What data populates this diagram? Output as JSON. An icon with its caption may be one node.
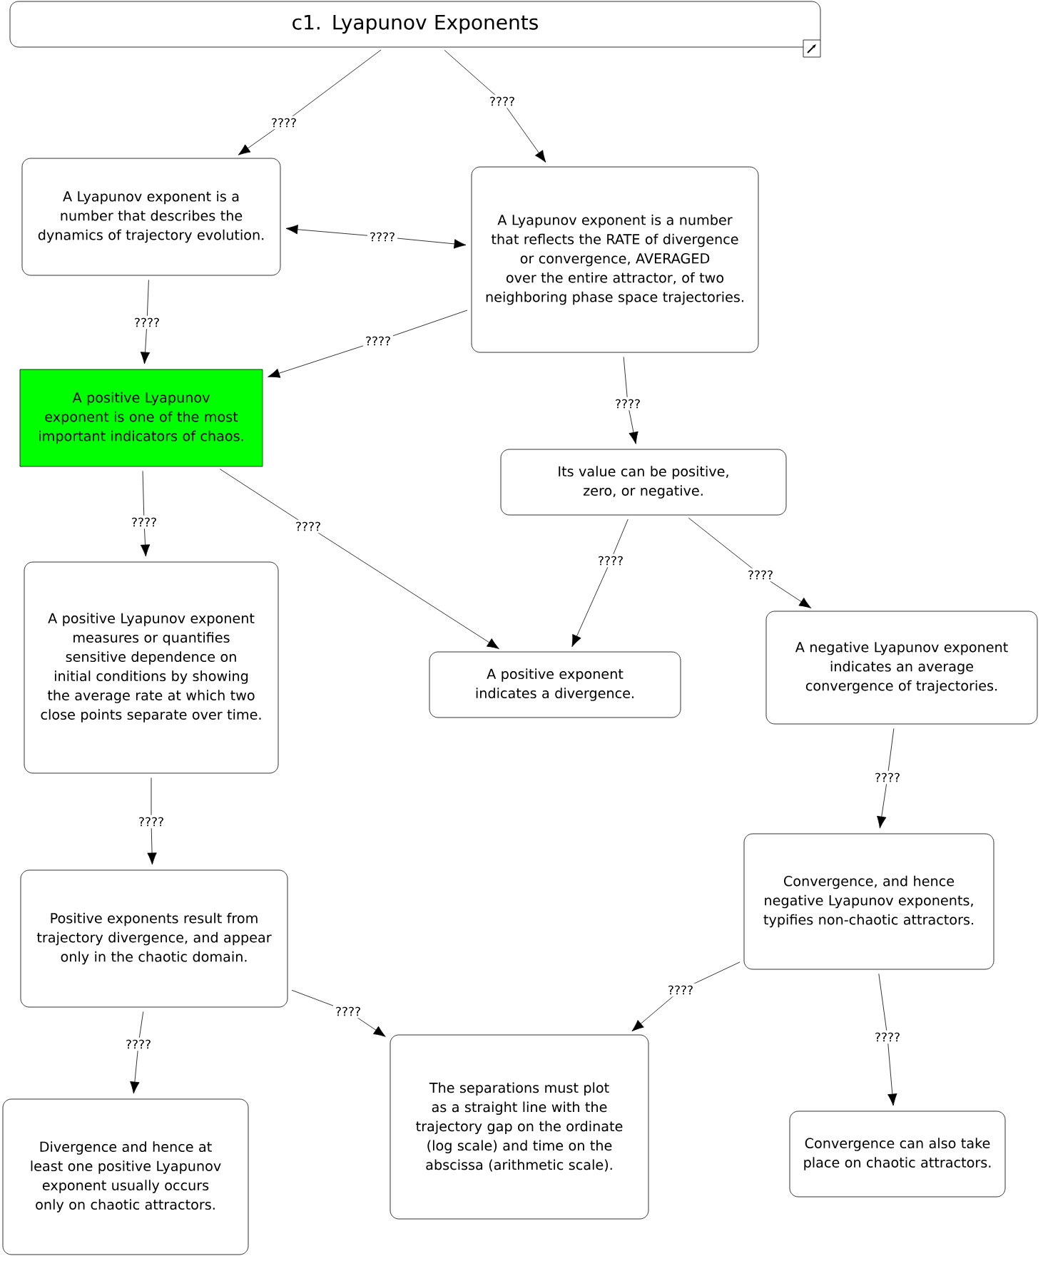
{
  "diagram": {
    "nodes": [
      {
        "text": [
          "c1. Lyapunov Exponents"
        ]
      },
      {
        "text": [
          "A Lyapunov exponent is a number that describes the dynamics of trajectory evolution."
        ]
      },
      {
        "text": [
          "A Lyapunov exponent is a number that reflects the RATE of divergence or convergence, AVERAGED over the entire attractor, of two neighboring phase space trajectories."
        ]
      },
      {
        "text": [
          "A positive Lyapunov exponent is one of the most important indicators of chaos."
        ]
      },
      {
        "text": [
          "Its value can be positive, zero, or negative."
        ]
      },
      {
        "text": [
          "A positive Lyapunov exponent measures or quantifies sensitive dependence on initial conditions by showing the average rate at which two close points separate over time."
        ]
      },
      {
        "text": [
          "A positive exponent indicates a divergence."
        ]
      },
      {
        "text": [
          "A negative Lyapunov exponent indicates an average convergence of trajectories."
        ]
      },
      {
        "text": [
          "Positive exponents result from trajectory divergence, and appear only in the chaotic domain."
        ]
      },
      {
        "text": [
          "Convergence, and hence negative Lyapunov exponents, typifies non-chaotic attractors."
        ]
      },
      {
        "text": [
          "Divergence and hence at least one positive Lyapunov exponent usually occurs only on chaotic attractors."
        ]
      },
      {
        "text": [
          "The separations must plot as a straight line with the trajectory gap on the ordinate (log scale) and time on the abscissa (arithmetic scale)."
        ]
      },
      {
        "text": [
          "Convergence can also take place on chaotic attractors."
        ]
      }
    ],
    "edges": [
      {
        "from": 0,
        "to": 1,
        "arrow": "to",
        "label": "????"
      },
      {
        "from": 0,
        "to": 2,
        "arrow": "to",
        "label": "????"
      },
      {
        "from": 1,
        "to": 2,
        "arrow": "both",
        "label": "????"
      },
      {
        "from": 1,
        "to": 3,
        "arrow": "to",
        "label": "????"
      },
      {
        "from": 2,
        "to": 3,
        "arrow": "to",
        "label": "????"
      },
      {
        "from": 2,
        "to": 4,
        "arrow": "to",
        "label": "????"
      },
      {
        "from": 3,
        "to": 5,
        "arrow": "to",
        "label": "????"
      },
      {
        "from": 3,
        "to": 6,
        "arrow": "to",
        "label": "????"
      },
      {
        "from": 4,
        "to": 6,
        "arrow": "to",
        "label": "????"
      },
      {
        "from": 4,
        "to": 7,
        "arrow": "to",
        "label": "????"
      },
      {
        "from": 5,
        "to": 8,
        "arrow": "to",
        "label": "????"
      },
      {
        "from": 7,
        "to": 9,
        "arrow": "to",
        "label": "????"
      },
      {
        "from": 8,
        "to": 10,
        "arrow": "to",
        "label": "????"
      },
      {
        "from": 8,
        "to": 11,
        "arrow": "to",
        "label": "????"
      },
      {
        "from": 9,
        "to": 11,
        "arrow": "to",
        "label": "????"
      },
      {
        "from": 9,
        "to": 12,
        "arrow": "to",
        "label": "????"
      }
    ]
  }
}
